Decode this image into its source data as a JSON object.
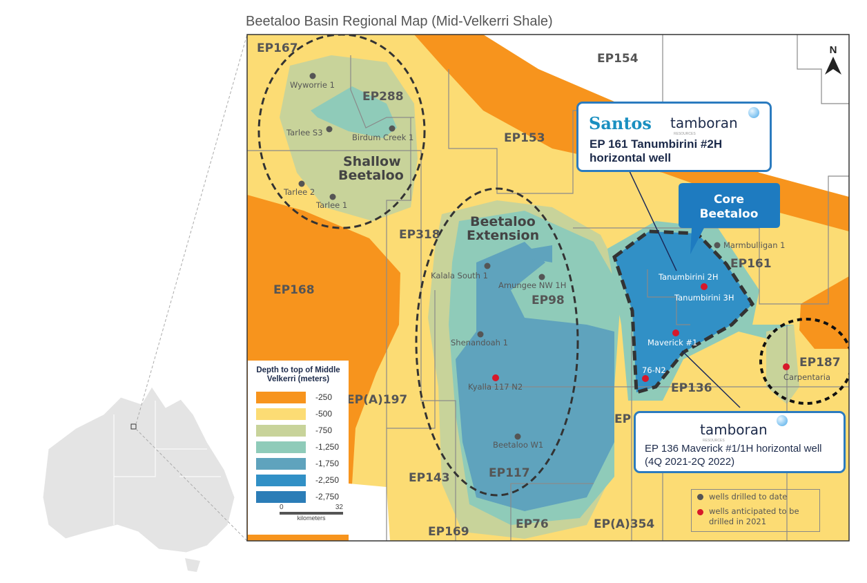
{
  "title": "Beetaloo Basin Regional Map (Mid-Velkerri Shale)",
  "north_label": "N",
  "colors": {
    "orange": "#F7941D",
    "yellow": "#FCDC74",
    "lightgreen": "#C8D39A",
    "teal": "#8FCBB9",
    "bluegrey": "#5FA3BD",
    "blue": "#3190C6",
    "darkblue": "#2B7DB7",
    "accent": "#2b7bbf",
    "well_drilled": "#555555",
    "well_planned": "#D7182A"
  },
  "permits": [
    "EP167",
    "EP288",
    "EP154",
    "EP153",
    "EP318",
    "EP168",
    "EP98",
    "EP161",
    "EP187",
    "EP136",
    "EP(A)197",
    "EP143",
    "EP117",
    "EP169",
    "EP76",
    "EP(A)354",
    "EP"
  ],
  "regions": {
    "shallow": "Shallow",
    "shallow2": "Beetaloo",
    "extension": "Beetaloo",
    "extension2": "Extension",
    "core": "Core",
    "core2": "Beetaloo"
  },
  "wells": {
    "drilled": [
      "Wyworrie 1",
      "Tarlee S3",
      "Birdum Creek 1",
      "Tarlee 2",
      "Tarlee 1",
      "Kalala South 1",
      "Amungee NW 1H",
      "Shenandoah 1",
      "Beetaloo W1",
      "Marmbulligan 1"
    ],
    "planned": [
      "Kyalla 117 N2",
      "Tanumbirini 3H",
      "Maverick #1",
      "76-N2",
      "Carpentaria"
    ],
    "label_only": [
      "Tanumbirini 2H"
    ]
  },
  "callout_santos": {
    "logo1": "Santos",
    "logo2": "tamboran",
    "logo2_sub": "RESOURCES",
    "line1": "EP 161 Tanumbirini #2H",
    "line2": "horizontal well"
  },
  "callout_tamboran": {
    "logo": "tamboran",
    "logo_sub": "RESOURCES",
    "line1": "EP 136 Maverick #1/1H horizontal well",
    "line2": "(4Q 2021-2Q 2022)"
  },
  "depth_legend": {
    "title": "Depth to top of Middle Velkerri (meters)",
    "items": [
      {
        "label": "-250",
        "color": "#F7941D"
      },
      {
        "label": "-500",
        "color": "#FCDC74"
      },
      {
        "label": "-750",
        "color": "#C8D39A"
      },
      {
        "label": "-1,250",
        "color": "#8FCBB9"
      },
      {
        "label": "-1,750",
        "color": "#5FA3BD"
      },
      {
        "label": "-2,250",
        "color": "#3190C6"
      },
      {
        "label": "-2,750",
        "color": "#2B7DB7"
      }
    ],
    "scale": {
      "min": "0",
      "max": "32",
      "unit": "kilometers"
    }
  },
  "well_legend": {
    "drilled": "wells drilled to date",
    "planned": "wells anticipated to be drilled in 2021"
  }
}
